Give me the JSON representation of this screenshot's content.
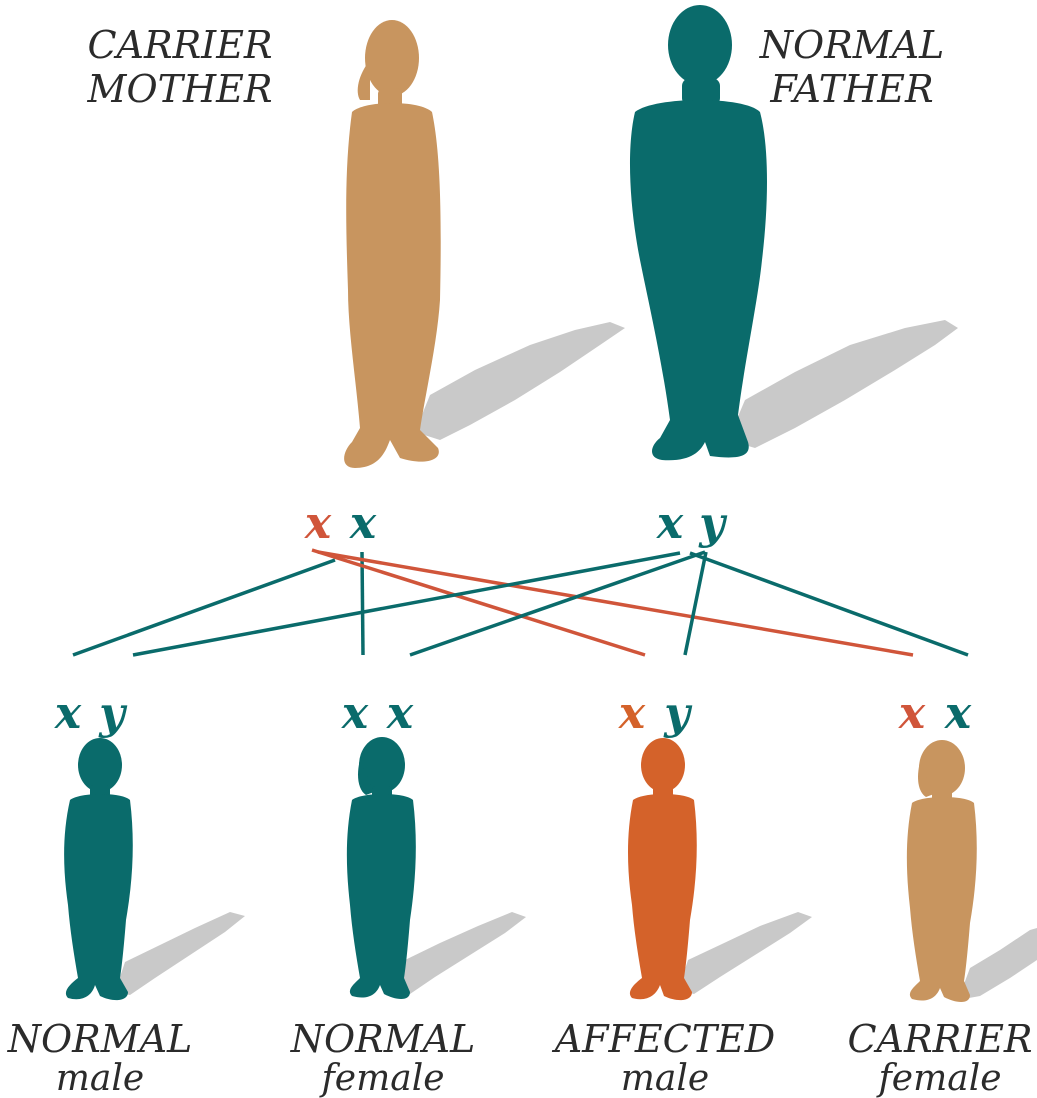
{
  "colors": {
    "teal": "#0a6b6b",
    "tan": "#c8955f",
    "orange": "#d4622a",
    "red": "#d0553a",
    "shadow": "#c9c9c9",
    "text": "#2b2b2b"
  },
  "parents": {
    "mother": {
      "line1": "CARRIER",
      "line2": "MOTHER",
      "genes": [
        "x",
        "x"
      ],
      "gene_colors": [
        "red",
        "teal"
      ],
      "body_color": "tan"
    },
    "father": {
      "line1": "NORMAL",
      "line2": "FATHER",
      "genes": [
        "x",
        "y"
      ],
      "gene_colors": [
        "teal",
        "teal"
      ],
      "body_color": "teal"
    }
  },
  "children": [
    {
      "line1": "NORMAL",
      "line2": "male",
      "genes": [
        "x",
        "y"
      ],
      "gene_colors": [
        "teal",
        "teal"
      ],
      "body_color": "teal"
    },
    {
      "line1": "NORMAL",
      "line2": "female",
      "genes": [
        "x",
        "x"
      ],
      "gene_colors": [
        "teal",
        "teal"
      ],
      "body_color": "teal"
    },
    {
      "line1": "AFFECTED",
      "line2": "male",
      "genes": [
        "x",
        "y"
      ],
      "gene_colors": [
        "orange",
        "teal"
      ],
      "body_color": "orange"
    },
    {
      "line1": "CARRIER",
      "line2": "female",
      "genes": [
        "x",
        "x"
      ],
      "gene_colors": [
        "red",
        "teal"
      ],
      "body_color": "tan"
    }
  ]
}
